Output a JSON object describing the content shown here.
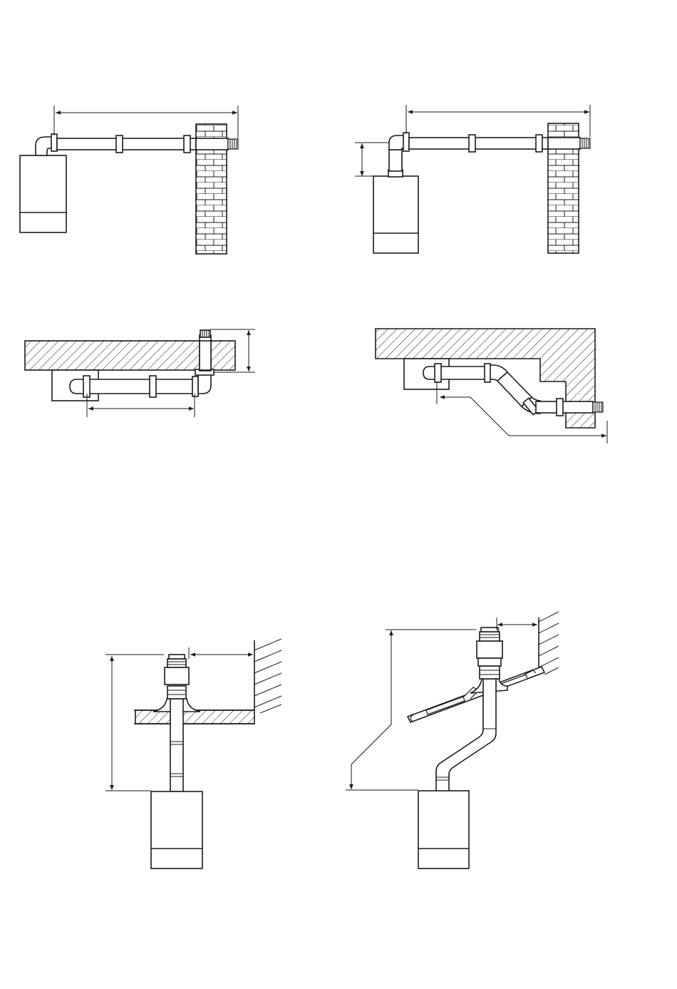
{
  "colors": {
    "ink": "#1a1a1a",
    "paper": "#ffffff",
    "hatch": "#1a1a1a"
  },
  "diagrams": [
    {
      "name": "horizontal-flue-through-wall",
      "pipe_sections": 3
    },
    {
      "name": "horizontal-flue-with-vertical-riser",
      "pipe_sections": 3
    },
    {
      "name": "horizontal-flue-under-ceiling",
      "pipe_sections": 3
    },
    {
      "name": "horizontal-flue-with-offset-bends",
      "pipe_sections": 4
    },
    {
      "name": "vertical-flue-flat-roof",
      "pipe_sections": 3
    },
    {
      "name": "vertical-flue-pitched-roof-offset",
      "pipe_sections": 3
    }
  ]
}
